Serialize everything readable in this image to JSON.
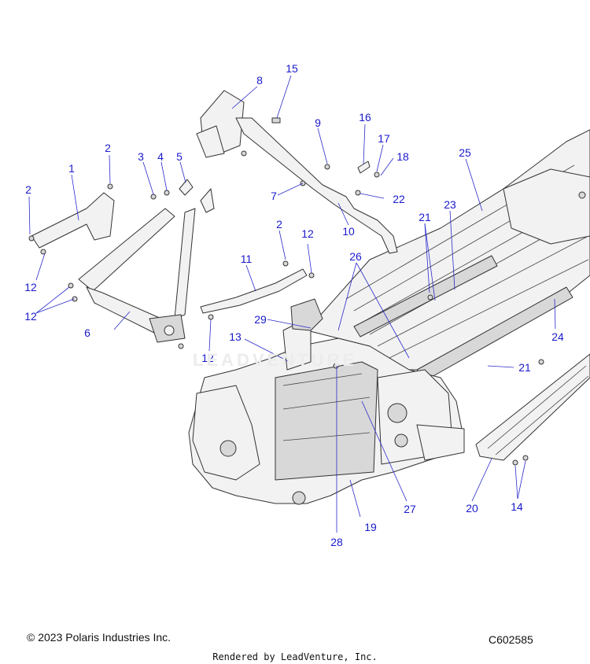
{
  "callouts": [
    "1",
    "2",
    "2",
    "2",
    "3",
    "4",
    "5",
    "6",
    "7",
    "8",
    "10",
    "9",
    "11",
    "12",
    "12",
    "12",
    "12",
    "13",
    "14",
    "15",
    "16",
    "17",
    "18",
    "19",
    "20",
    "21",
    "21",
    "22",
    "23",
    "24",
    "25",
    "26",
    "27",
    "28",
    "29"
  ],
  "watermark": "LEADVENTURE",
  "footer": {
    "copyright": "© 2023 Polaris Industries Inc.",
    "diagram_code": "C602585",
    "rendered_by": "Rendered by LeadVenture, Inc."
  }
}
